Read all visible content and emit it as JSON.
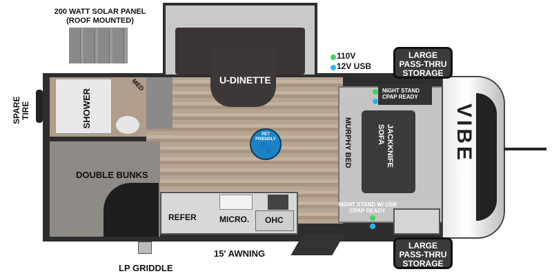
{
  "solar": {
    "line1": "200 WATT SOLAR PANEL",
    "line2": "(ROOF MOUNTED)"
  },
  "spare_tire": {
    "line1": "SPARE",
    "line2": "TIRE"
  },
  "rooms": {
    "shower": "SHOWER",
    "med": "MED",
    "udinette": "U-DINETTE",
    "double_bunks": "DOUBLE BUNKS",
    "refer": "REFER",
    "micro": "MICRO.",
    "ohc": "OHC",
    "murphy_bed": "MURPHY BED",
    "jackknife_sofa_l1": "JACKKNIFE",
    "jackknife_sofa_l2": "SOFA"
  },
  "pet": {
    "line1": "PET",
    "line2": "FRIENDLY"
  },
  "legend": {
    "v110": "110V",
    "usb": "12V USB",
    "color_110": "#3cd65a",
    "color_usb": "#2ab7ea"
  },
  "nightstand_top": {
    "line1": "NIGHT STAND",
    "line2": "CPAP READY"
  },
  "nightstand_bottom": {
    "line1": "NIGHT STAND W/ USB",
    "line2": "CPAP READY"
  },
  "storage": {
    "line1": "LARGE",
    "line2": "PASS-THRU",
    "line3": "STORAGE"
  },
  "awning": "15' AWNING",
  "lp_griddle": "LP GRIDDLE",
  "brand": "VIBE"
}
